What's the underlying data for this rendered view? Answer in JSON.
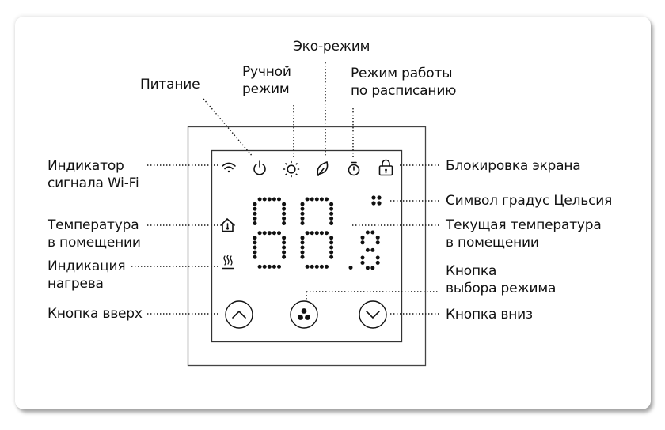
{
  "title": "Thermostat display legend",
  "display": {
    "main_digits": "88",
    "decimal_digit": "8",
    "unit_symbol": "celsius-dots"
  },
  "labels": {
    "power": [
      "Питание"
    ],
    "manual_mode": [
      "Ручной",
      "режим"
    ],
    "eco_mode": [
      "Эко-режим"
    ],
    "schedule_mode": [
      "Режим работы",
      "по расписанию"
    ],
    "wifi": [
      "Индикатор",
      "сигнала Wi-Fi"
    ],
    "lock": [
      "Блокировка экрана"
    ],
    "celsius": [
      "Символ градус Цельсия"
    ],
    "room_temp": [
      "Температура",
      "в помещении"
    ],
    "current_temp": [
      "Текущая температура",
      "в помещении"
    ],
    "heating": [
      "Индикация",
      "нагрева"
    ],
    "mode_button": [
      "Кнопка",
      "выбора режима"
    ],
    "up_button": [
      "Кнопка вверх"
    ],
    "down_button": [
      "Кнопка вниз"
    ]
  },
  "icons": [
    "wifi-icon",
    "power-icon",
    "sun-icon",
    "leaf-icon",
    "timer-icon",
    "lock-icon",
    "house-thermometer-icon",
    "heat-icon",
    "chevron-up-icon",
    "mode-dots-icon",
    "chevron-down-icon"
  ],
  "colors": {
    "line": "#1a1a1a",
    "frame": "#333333",
    "background": "#ffffff"
  }
}
